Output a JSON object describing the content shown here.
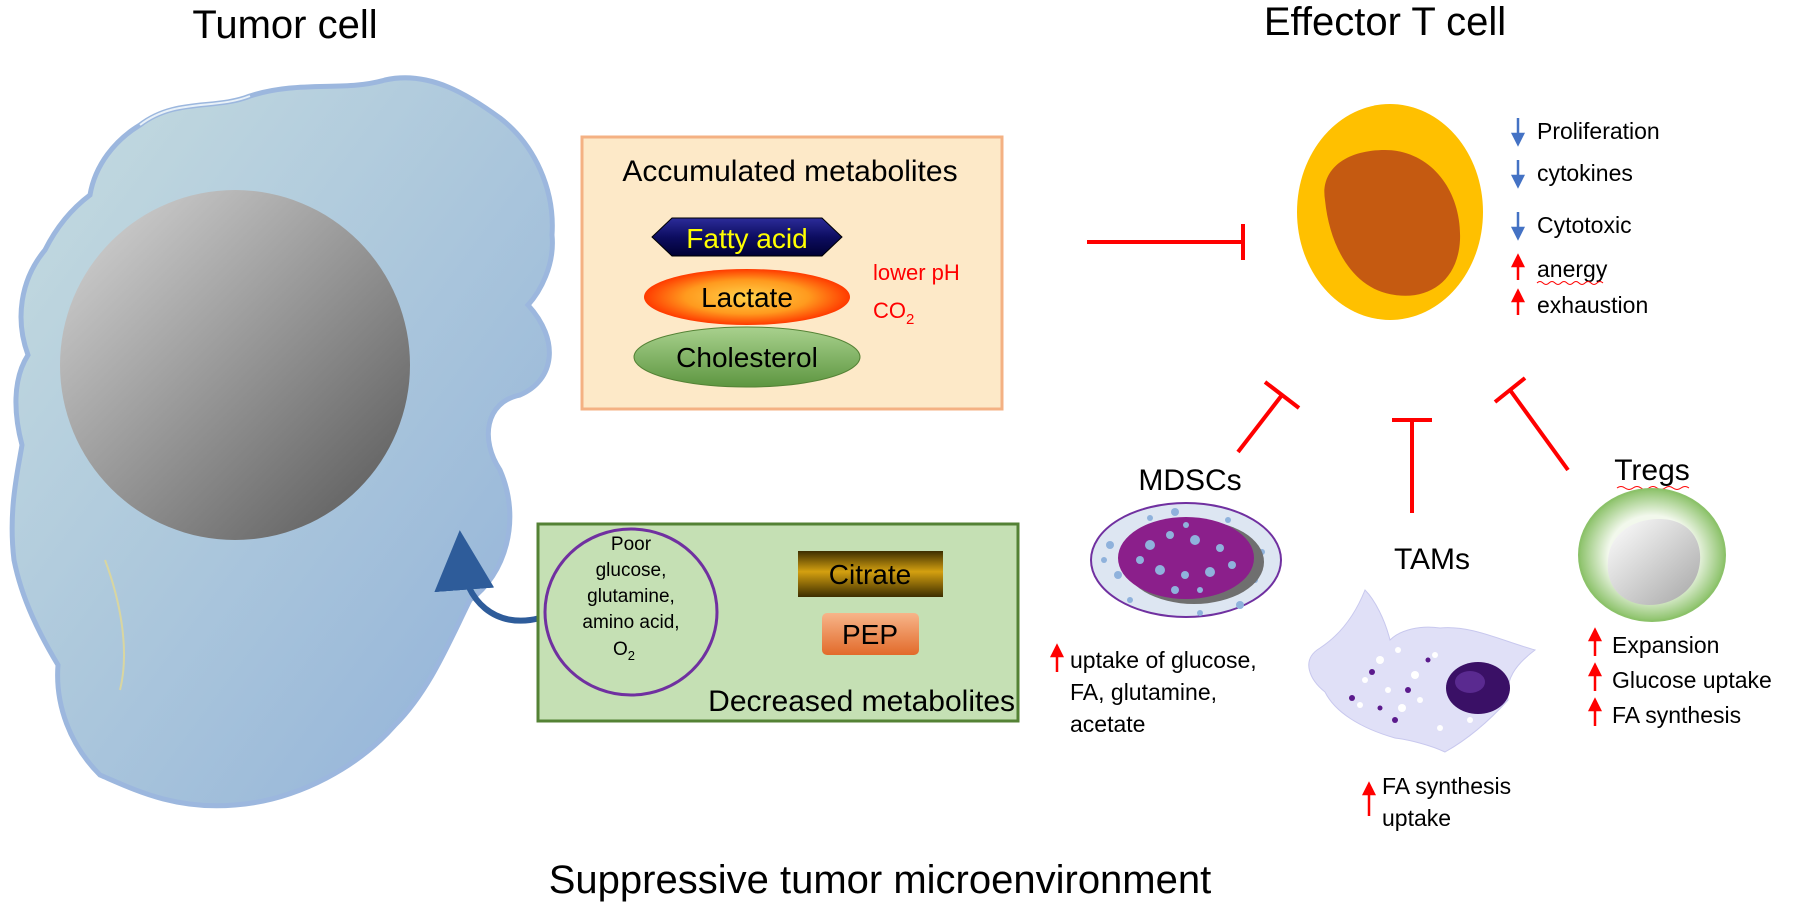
{
  "titles": {
    "tumor_cell": "Tumor cell",
    "effector_t_cell": "Effector T cell",
    "microenvironment": "Suppressive tumor microenvironment"
  },
  "accumulated": {
    "heading": "Accumulated metabolites",
    "fatty_acid": "Fatty acid",
    "lactate": "Lactate",
    "cholesterol": "Cholesterol",
    "lower_ph": "lower pH",
    "co2_main": "CO",
    "co2_sub": "2"
  },
  "decreased": {
    "heading": "Decreased metabolites",
    "poor_lines": [
      "Poor",
      "glucose,",
      "glutamine,",
      "amino acid,"
    ],
    "o2_main": "O",
    "o2_sub": "2",
    "citrate": "Citrate",
    "pep": "PEP"
  },
  "t_cell_effects": [
    {
      "dir": "down",
      "text": "Proliferation"
    },
    {
      "dir": "down",
      "text": "cytokines"
    },
    {
      "dir": "down",
      "text": "Cytotoxic"
    },
    {
      "dir": "up",
      "text": "anergy"
    },
    {
      "dir": "up",
      "text": "exhaustion"
    }
  ],
  "suppressors": {
    "mdscs": {
      "label": "MDSCs",
      "effect_lines": [
        "uptake of glucose,",
        "FA, glutamine,",
        "acetate"
      ]
    },
    "tams": {
      "label": "TAMs",
      "effect_lines": [
        "FA synthesis",
        "uptake"
      ]
    },
    "tregs": {
      "label": "Tregs",
      "effect_lines": [
        "Expansion",
        "Glucose uptake",
        "FA synthesis"
      ]
    }
  },
  "colors": {
    "inhibit": "#ff0000",
    "down_arrow": "#4472c4",
    "up_arrow": "#ff0000",
    "accum_fill": "#fde9c8",
    "accum_border": "#f4b183",
    "decreased_fill": "#c5e0b4",
    "decreased_border": "#548235",
    "t_cell_outer": "#ffc000",
    "t_cell_inner": "#c55a11"
  }
}
